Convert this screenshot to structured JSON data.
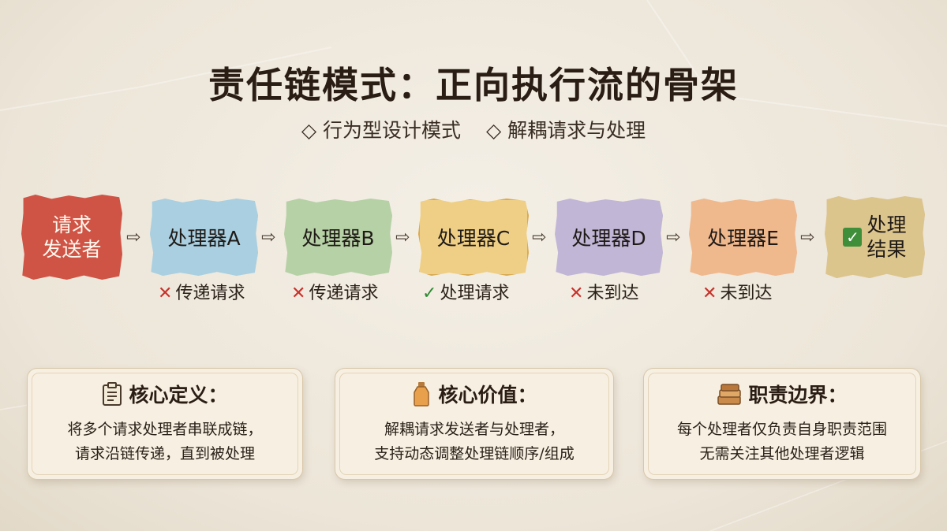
{
  "title": "责任链模式：正向执行流的骨架",
  "subtitle": {
    "tag1": "◇ 行为型设计模式",
    "tag2": "◇ 解耦请求与处理"
  },
  "flow": {
    "sender": {
      "line1": "请求",
      "line2": "发送者",
      "color": "#cf5446"
    },
    "handlers": [
      {
        "label": "处理器A",
        "status": "传递请求",
        "status_mark": "✕",
        "color": "#a9cfe0"
      },
      {
        "label": "处理器B",
        "status": "传递请求",
        "status_mark": "✕",
        "color": "#b7d1a7"
      },
      {
        "label": "处理器C",
        "status": "处理请求",
        "status_mark": "✓",
        "color": "#efcf85"
      },
      {
        "label": "处理器D",
        "status": "未到达",
        "status_mark": "✕",
        "color": "#c2b6d7"
      },
      {
        "label": "处理器E",
        "status": "未到达",
        "status_mark": "✕",
        "color": "#f0b88d"
      }
    ],
    "result": {
      "line1": "处理",
      "line2": "结果",
      "mark": "✓",
      "color": "#dcc48d"
    },
    "arrow": "⇨"
  },
  "cards": [
    {
      "icon": "clipboard-icon",
      "heading": "核心定义：",
      "line1": "将多个请求处理者串联成链，",
      "line2": "请求沿链传递，直到被处理"
    },
    {
      "icon": "bottle-icon",
      "heading": "核心价值：",
      "line1": "解耦请求发送者与处理者，",
      "line2": "支持动态调整处理链顺序/组成"
    },
    {
      "icon": "books-icon",
      "heading": "职责边界：",
      "line1": "每个处理者仅负责自身职责范围",
      "line2": "无需关注其他处理者逻辑"
    }
  ]
}
